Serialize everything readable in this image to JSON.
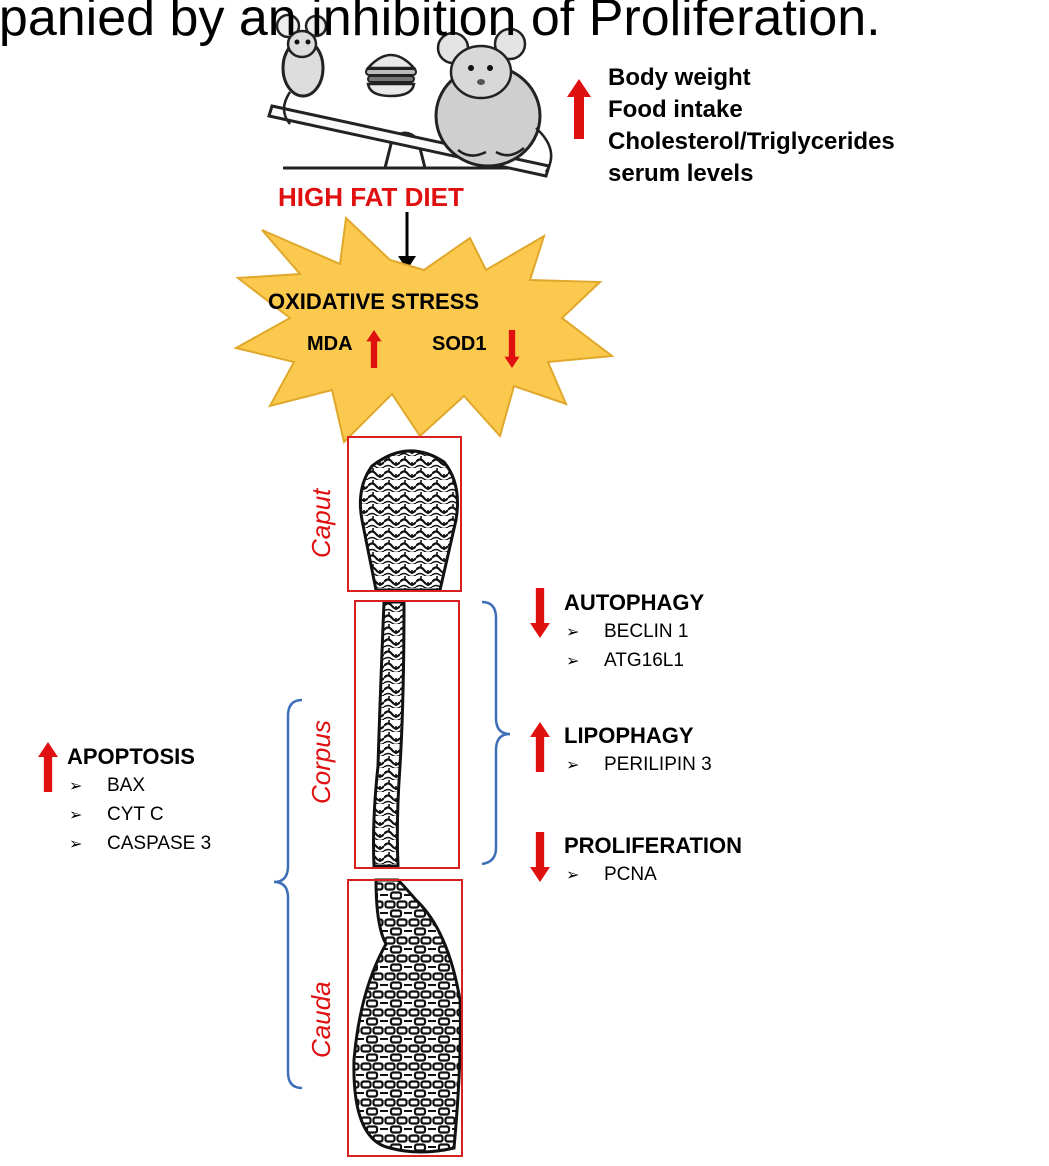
{
  "caption": "npanied by an inhibition of Proliferation.",
  "effects": {
    "lines": [
      "Body weight",
      "Food intake",
      "Cholesterol/Triglycerides",
      "serum levels"
    ],
    "direction": "up"
  },
  "diet_label": "HIGH FAT DIET",
  "stress": {
    "title": "OXIDATIVE STRESS",
    "mda": "MDA",
    "sod": "SOD1"
  },
  "regions": {
    "caput": "Caput",
    "corpus": "Corpus",
    "cauda": "Cauda"
  },
  "apoptosis": {
    "title": "APOPTOSIS",
    "direction": "up",
    "markers": [
      "BAX",
      "CYT C",
      "CASPASE 3"
    ]
  },
  "autophagy": {
    "title": "AUTOPHAGY",
    "direction": "down",
    "markers": [
      "BECLIN 1",
      "ATG16L1"
    ]
  },
  "lipophagy": {
    "title": "LIPOPHAGY",
    "direction": "up",
    "markers": [
      "PERILIPIN 3"
    ]
  },
  "proliferation": {
    "title": "PROLIFERATION",
    "direction": "down",
    "markers": [
      "PCNA"
    ]
  },
  "colors": {
    "accent_red": "#e01010",
    "star_fill": "#fbc94e",
    "star_stroke": "#e0a82a",
    "bracket_blue": "#3f6fb8",
    "box_red": "#d92020"
  }
}
